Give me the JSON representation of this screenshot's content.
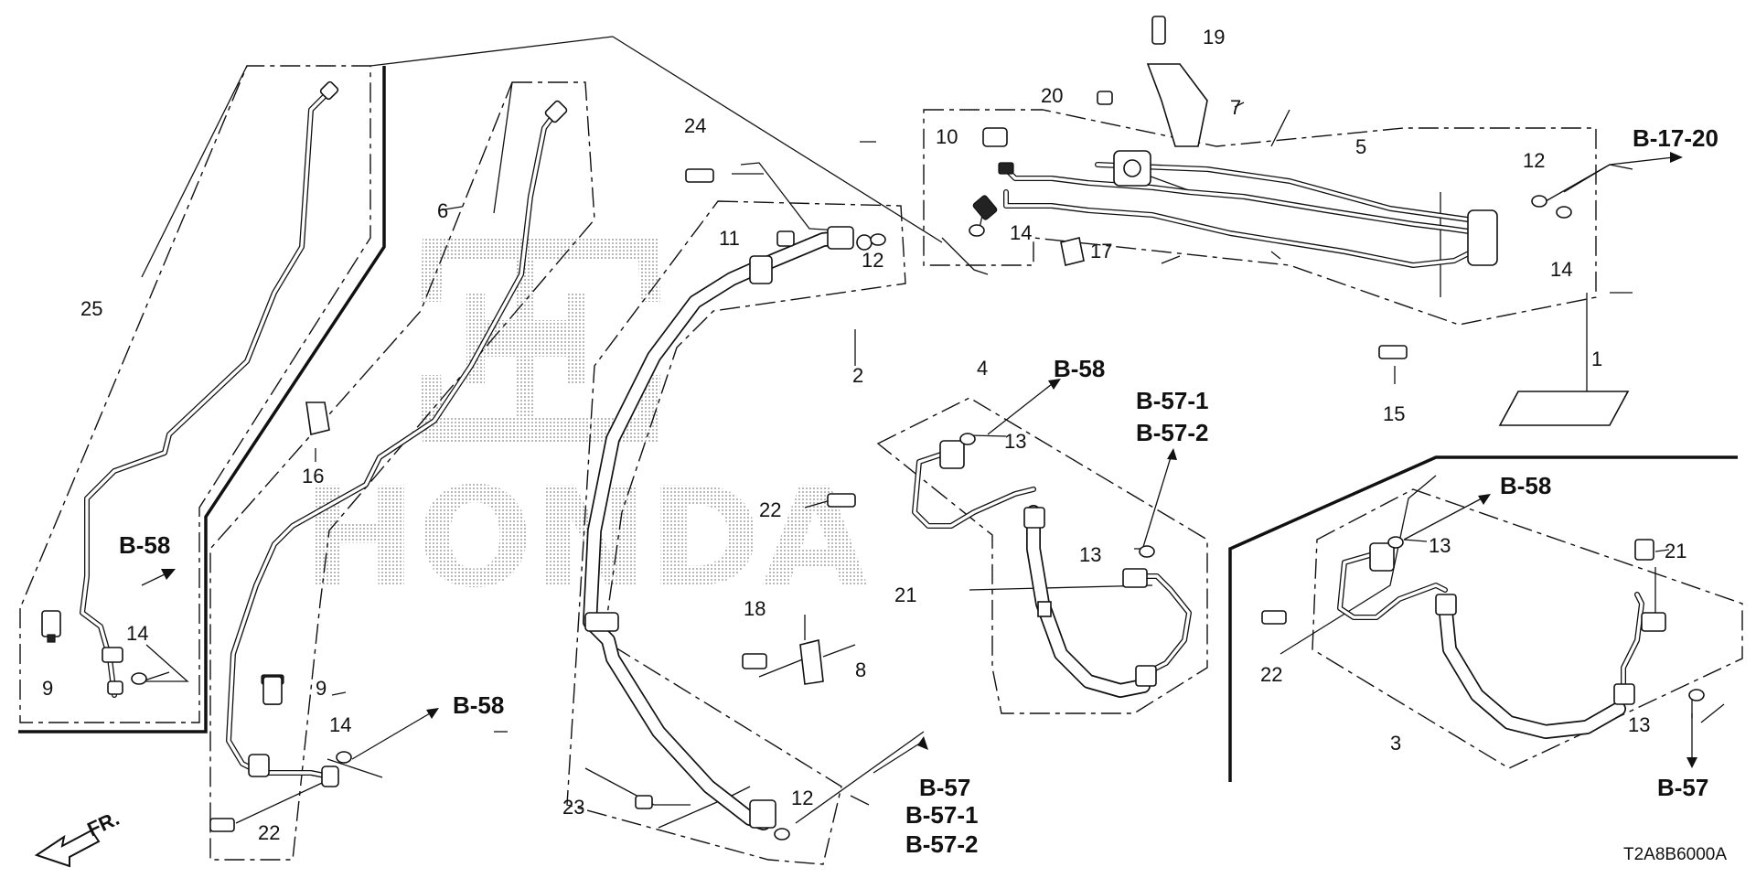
{
  "diagram_code": "T2A8B6000A",
  "watermark": "HONDA",
  "fr_label": "FR.",
  "callouts": {
    "c1": "1",
    "c2": "2",
    "c3": "3",
    "c4": "4",
    "c5": "5",
    "c6": "6",
    "c7": "7",
    "c8": "8",
    "c9a": "9",
    "c9b": "9",
    "c10": "10",
    "c11": "11",
    "c12a": "12",
    "c12b": "12",
    "c12c": "12",
    "c13a": "13",
    "c13b": "13",
    "c13c": "13",
    "c13d": "13",
    "c14a": "14",
    "c14b": "14",
    "c14c": "14",
    "c14d": "14",
    "c15": "15",
    "c16": "16",
    "c17": "17",
    "c18": "18",
    "c19": "19",
    "c20": "20",
    "c21a": "21",
    "c21b": "21",
    "c22a": "22",
    "c22b": "22",
    "c22c": "22",
    "c23": "23",
    "c24": "24",
    "c25": "25"
  },
  "references": {
    "r_b1720": "B-17-20",
    "r_b58_left": "B-58",
    "r_b58_mid": "B-58",
    "r_b58_top": "B-58",
    "r_b58_right": "B-58",
    "r_b571_top": "B-57-1",
    "r_b572_top": "B-57-2",
    "r_b57_bot": "B-57",
    "r_b571_bot": "B-57-1",
    "r_b572_bot": "B-57-2",
    "r_b57_right": "B-57"
  }
}
